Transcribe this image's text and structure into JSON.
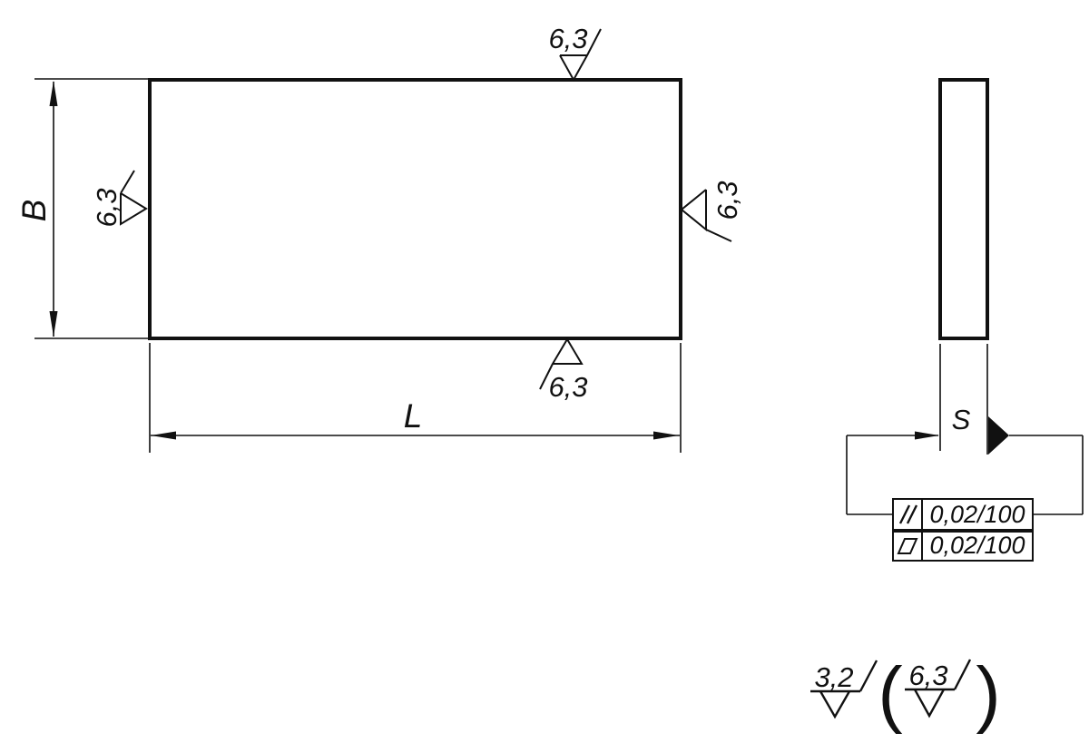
{
  "drawing": {
    "front_view": {
      "width_label": "B",
      "length_label": "L",
      "roughness_top": "6,3",
      "roughness_left": "6,3",
      "roughness_right": "6,3",
      "roughness_bottom": "6,3"
    },
    "side_view": {
      "thickness_label": "S"
    },
    "tolerance_frame": {
      "rows": [
        {
          "symbol": "parallelism",
          "value": "0,02/100"
        },
        {
          "symbol": "flatness",
          "value": "0,02/100"
        }
      ]
    },
    "general_roughness_note": {
      "primary_value": "3,2",
      "open_paren": "(",
      "alternative_value": "6,3",
      "close_paren": ")"
    },
    "colors": {
      "line": "#111111",
      "background": "#ffffff"
    }
  }
}
